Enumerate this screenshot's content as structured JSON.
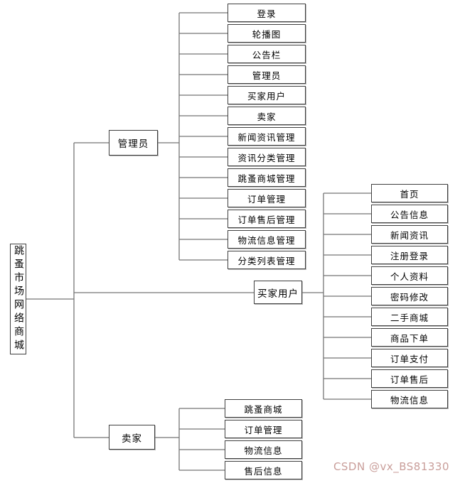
{
  "page": {
    "background": "#ffffff"
  },
  "tree": {
    "root": {
      "label": "跳蚤市场网络商城"
    },
    "branches": [
      {
        "label": "管理员",
        "children": [
          "登录",
          "轮播图",
          "公告栏",
          "管理员",
          "买家用户",
          "卖家",
          "新闻资讯管理",
          "资讯分类管理",
          "跳蚤商城管理",
          "订单管理",
          "订单售后管理",
          "物流信息管理",
          "分类列表管理"
        ]
      },
      {
        "label": "买家用户",
        "children": [
          "首页",
          "公告信息",
          "新闻资讯",
          "注册登录",
          "个人资料",
          "密码修改",
          "二手商城",
          "商品下单",
          "订单支付",
          "订单售后",
          "物流信息"
        ]
      },
      {
        "label": "卖家",
        "children": [
          "跳蚤商城",
          "订单管理",
          "物流信息",
          "售后信息"
        ]
      }
    ]
  },
  "watermark": {
    "text": "CSDN @vx_BS81330",
    "color": "#c99e9a"
  },
  "colors": {
    "line": "#757575",
    "box_border": "#3f3f3f",
    "box_fill": "#ffffff",
    "text": "#000000"
  }
}
